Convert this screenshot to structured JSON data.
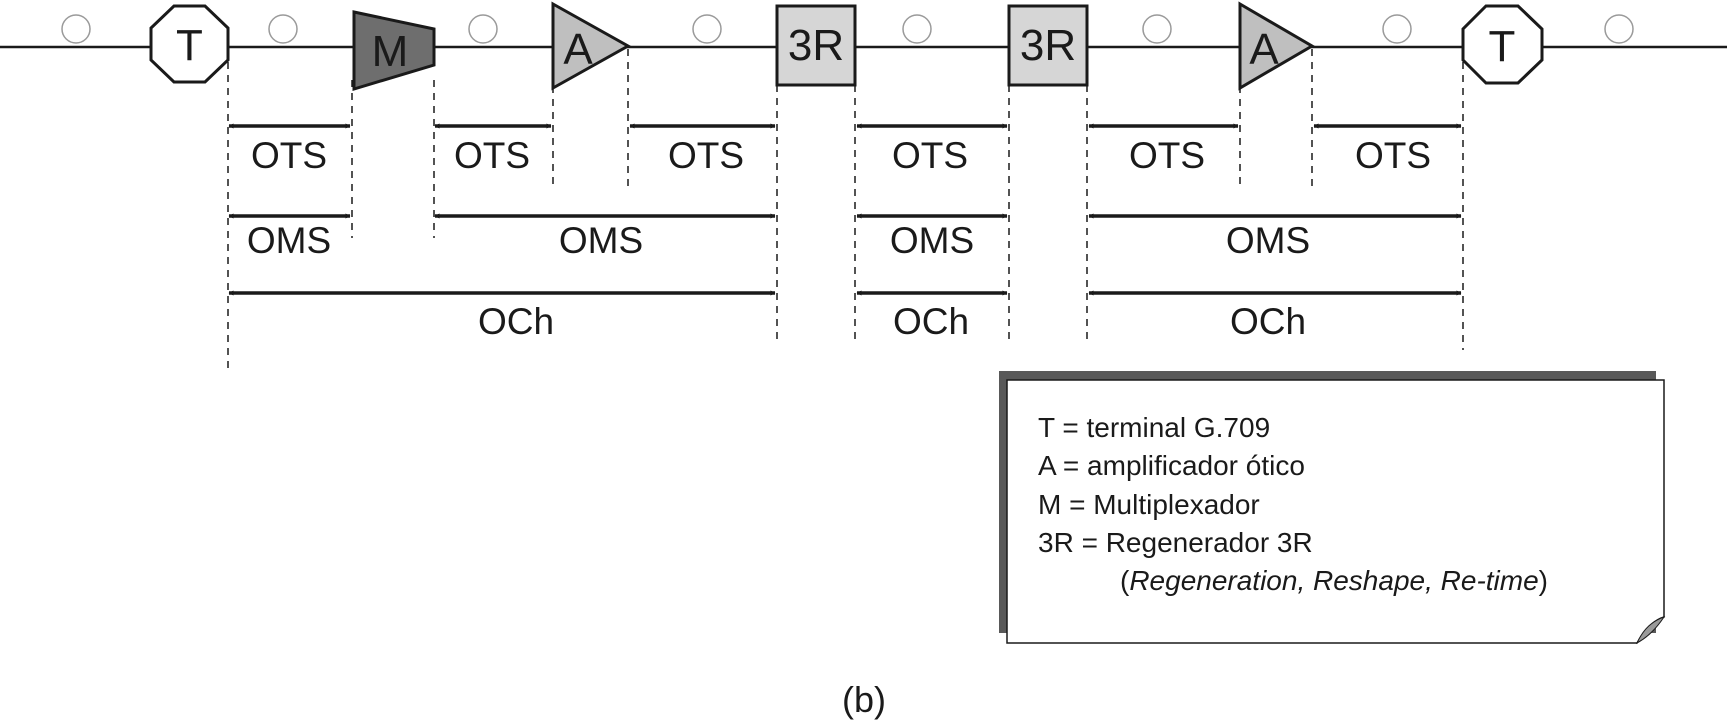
{
  "diagram": {
    "nodes": [
      {
        "type": "terminal",
        "label": "T"
      },
      {
        "type": "multiplexer",
        "label": "M"
      },
      {
        "type": "amplifier",
        "label": "A"
      },
      {
        "type": "regenerator",
        "label": "3R"
      },
      {
        "type": "regenerator",
        "label": "3R"
      },
      {
        "type": "amplifier",
        "label": "A"
      },
      {
        "type": "terminal",
        "label": "T"
      }
    ],
    "spans": {
      "ots": [
        "OTS",
        "OTS",
        "OTS",
        "OTS",
        "OTS",
        "OTS"
      ],
      "oms": [
        "OMS",
        "OMS",
        "OMS",
        "OMS"
      ],
      "och": [
        "OCh",
        "OCh",
        "OCh"
      ]
    },
    "legend": {
      "line1": "T = terminal G.709",
      "line2": "A = amplificador ótico",
      "line3": "M = Multiplexador",
      "line4": "3R = Regenerador 3R",
      "line5_open": "(",
      "line5_italic": "Regeneration, Reshape, Re-time",
      "line5_close": ")"
    },
    "caption": "(b)"
  },
  "colors": {
    "line": "#1a1a1a",
    "amplifier_fill": "#bfbfbf",
    "multiplexer_fill": "#6e6e6e",
    "regenerator_fill": "#d6d6d6",
    "legend_shadow": "#595959"
  }
}
